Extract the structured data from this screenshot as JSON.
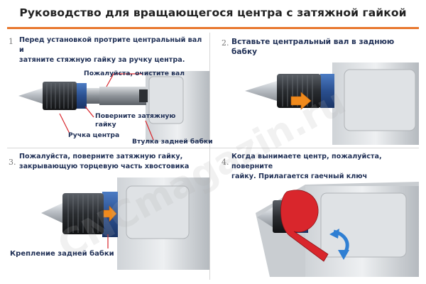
{
  "title": "Руководство для вращающегося центра с затяжной гайкой",
  "watermark": "CNCmagazin.ru",
  "colors": {
    "accent": "#e8772e",
    "text": "#1f2f55",
    "leader": "#d9262c",
    "arrow_orange": "#f08a1c",
    "arrow_blue": "#2f7fd3",
    "spindle_blue": "#2a4f8f"
  },
  "steps": [
    {
      "number": "1",
      "text_line1": "Перед установкой протрите центральный вал и",
      "text_line2": "затяните стяжную гайку за ручку центра.",
      "callouts": {
        "clean": "Пожалуйста, очистите вал",
        "turn_nut_line1": "Поверните затяжную",
        "turn_nut_line2": "гайку",
        "handle": "Ручка центра",
        "sleeve": "Втулка задней бабки"
      }
    },
    {
      "number": "2.",
      "text_line1": "Вставьте центральный вал в заднюю бабку"
    },
    {
      "number": "3.",
      "text_line1": "Пожалуйста, поверните затяжную гайку,",
      "text_line2": "закрывающую торцевую часть хвостовика",
      "callouts": {
        "mount": "Крепление задней бабки"
      }
    },
    {
      "number": "4.",
      "text_line1": "Когда вынимаете центр, пожалуйста, поверните",
      "text_line2": "гайку. Прилагается гаечный ключ"
    }
  ]
}
